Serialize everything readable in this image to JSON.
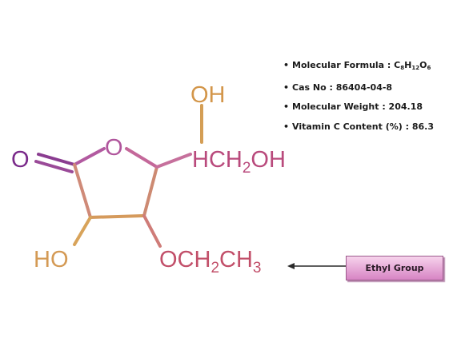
{
  "properties": {
    "formula_label": "Molecular Formula : ",
    "formula_parts": [
      "C",
      "8",
      "H",
      "12",
      "O",
      "6"
    ],
    "cas": "Cas No : 86404-04-8",
    "weight": "Molecular Weight : 204.18",
    "vitamin_c": "Vitamin C Content (%) : 86.3"
  },
  "atoms": {
    "carbonyl_oxygen": "O",
    "ring_oxygen": "O",
    "hydroxyl_top": "OH",
    "side_chain_prefix": "HCH",
    "side_chain_sub": "2",
    "side_chain_suffix": "OH",
    "hydroxyl_left": "HO",
    "ethoxy_a": "OCH",
    "ethoxy_sub1": "2",
    "ethoxy_b": "CH",
    "ethoxy_sub2": "3"
  },
  "callout": {
    "label": "Ethyl Group"
  },
  "colors": {
    "carbonyl": "#7a2a8a",
    "ring_oxygen": "#b0559c",
    "hydroxyl_top": "#d3964a",
    "side_chain": "#b94a7c",
    "hydroxyl_left": "#d49a55",
    "ethoxy": "#c2506a",
    "bond_gold": "#d6a35a",
    "bond_pink": "#c0609e"
  }
}
